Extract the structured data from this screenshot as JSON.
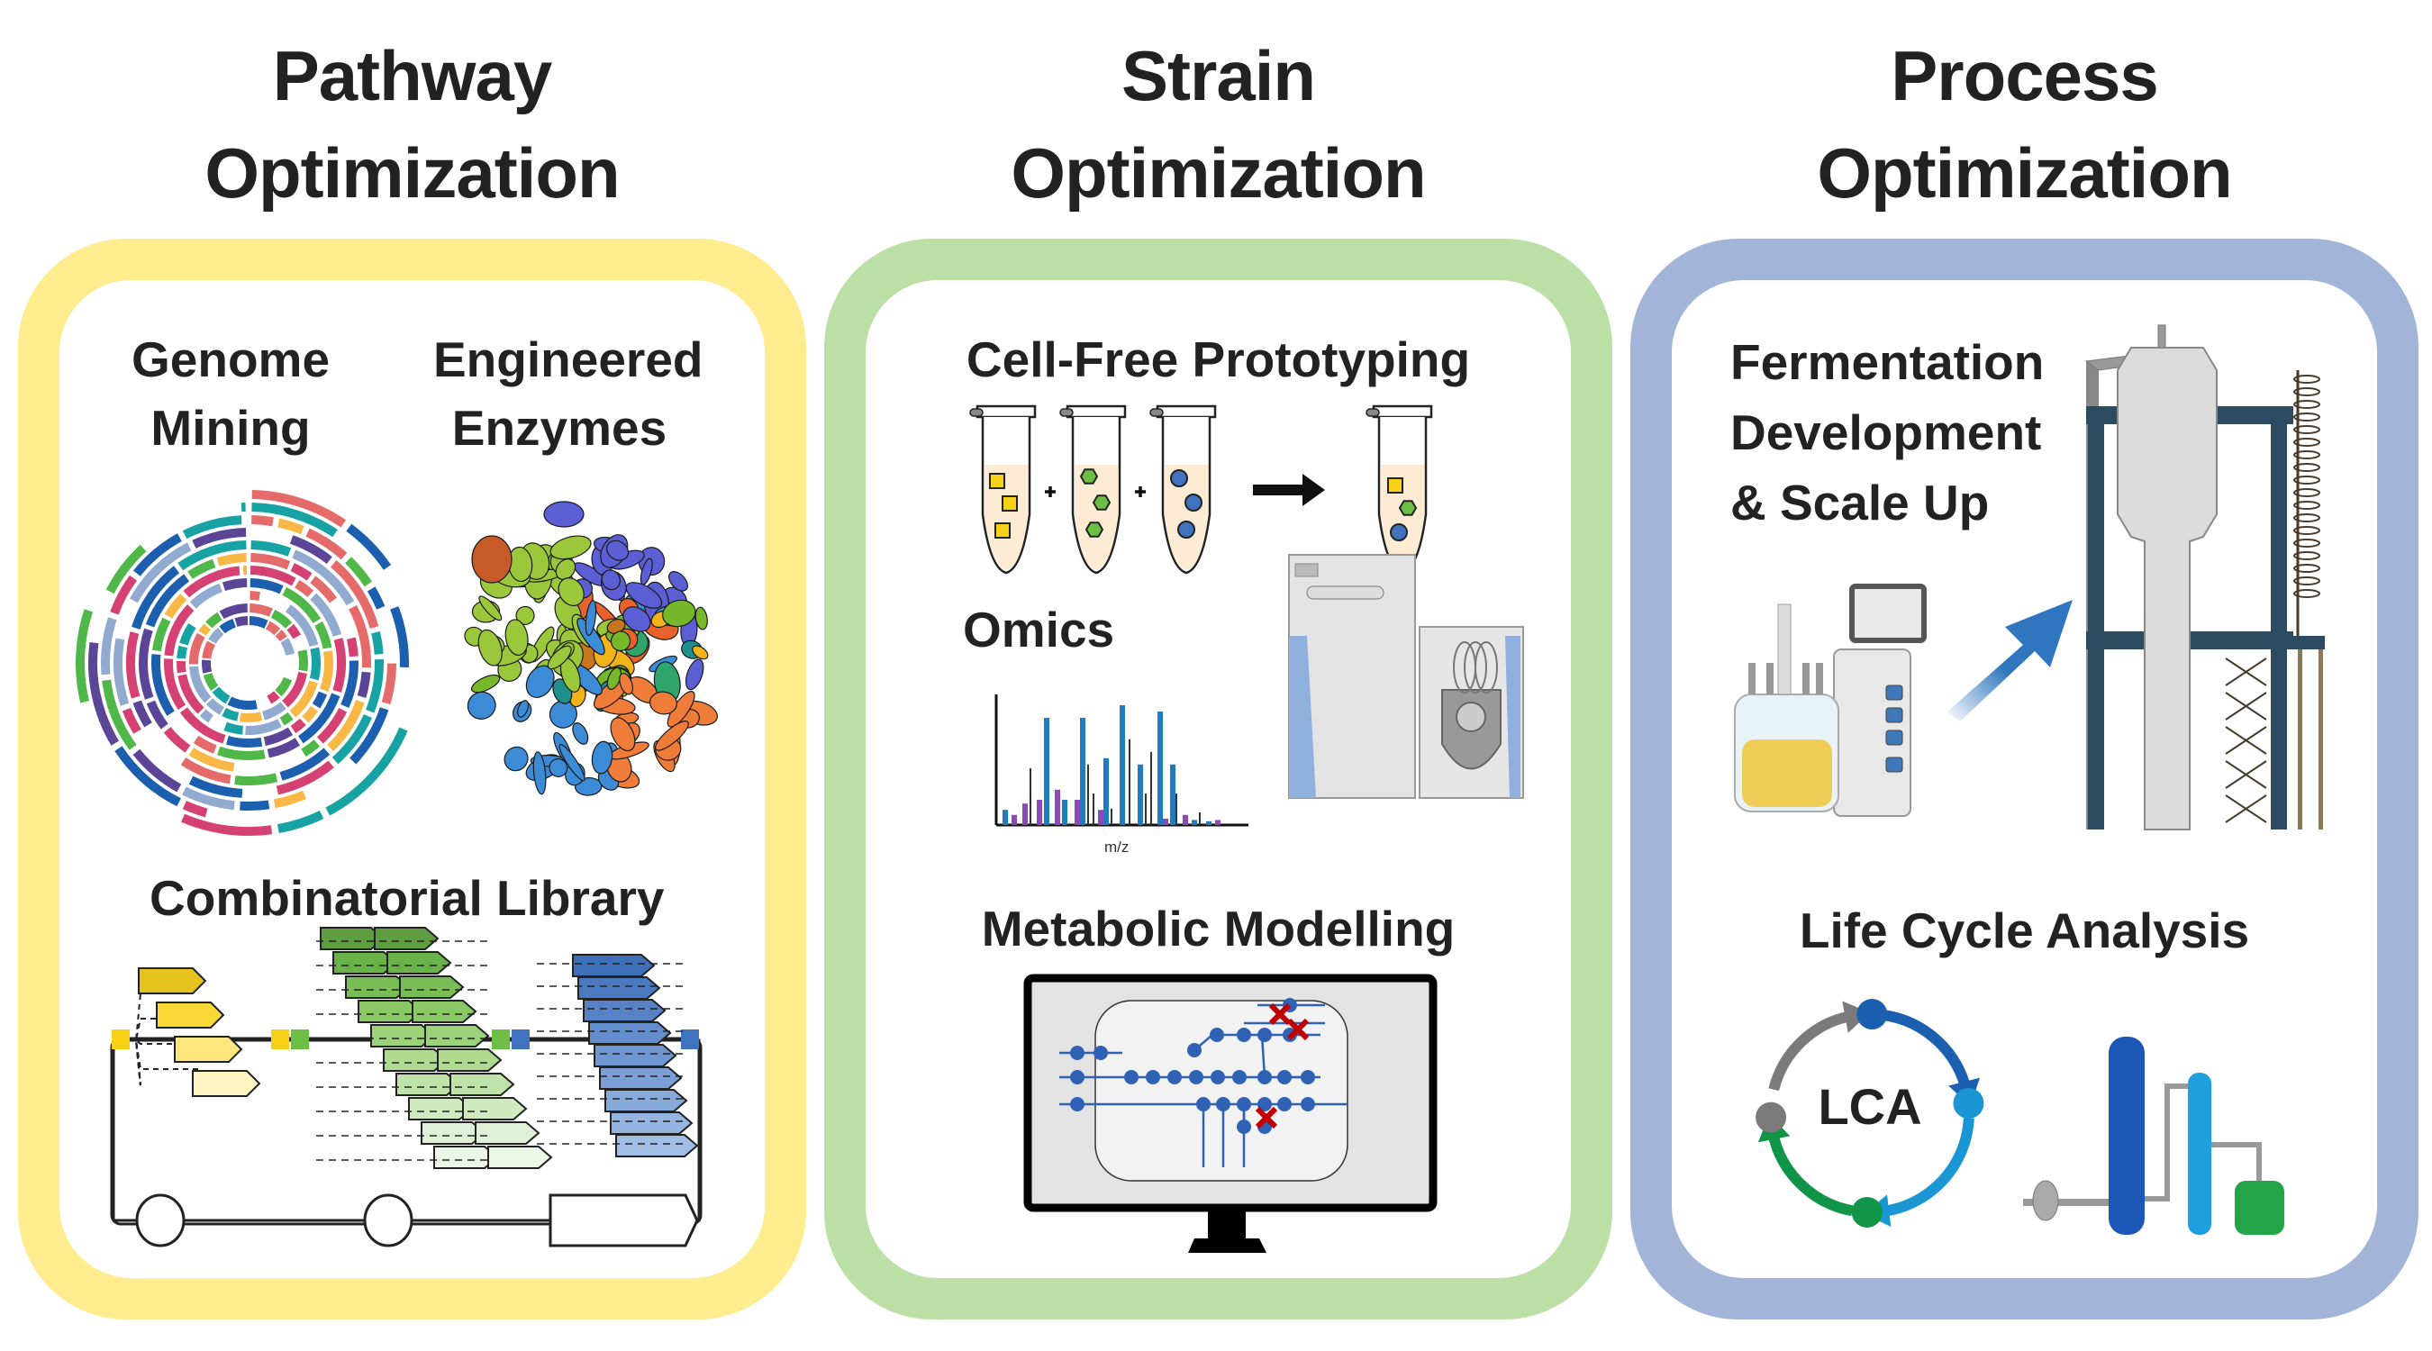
{
  "columns": [
    {
      "id": "pathway",
      "title_line1": "Pathway",
      "title_line2": "Optimization",
      "border_color": "#FEEC8E",
      "sections": {
        "genome_mining": {
          "line1": "Genome",
          "line2": "Mining"
        },
        "engineered_enzymes": {
          "line1": "Engineered",
          "line2": "Enzymes"
        },
        "combinatorial_library": {
          "label": "Combinatorial Library"
        }
      }
    },
    {
      "id": "strain",
      "title_line1": "Strain",
      "title_line2": "Optimization",
      "border_color": "#BCDFA5",
      "sections": {
        "cell_free": {
          "label": "Cell-Free Prototyping",
          "plus": "+"
        },
        "omics": {
          "label": "Omics",
          "axis_label": "m/z"
        },
        "metabolic_modelling": {
          "label": "Metabolic Modelling"
        }
      }
    },
    {
      "id": "process",
      "title_line1": "Process",
      "title_line2": "Optimization",
      "border_color": "#A2B5D8",
      "sections": {
        "fermentation": {
          "line1": "Fermentation",
          "line2": "Development",
          "line3": "& Scale Up"
        },
        "lca": {
          "label": "Life Cycle Analysis",
          "center_text": "LCA"
        }
      }
    }
  ],
  "palette": {
    "yellow": "#F7D117",
    "green": "#6DBE45",
    "blue": "#3F73BF",
    "tube_fill": "#FDEBD3",
    "network_blue": "#2F62B5",
    "knockout_red": "#C00000",
    "lca_gray": "#7A7A7A",
    "lca_blue": "#1B5FB0",
    "lca_cyan": "#1A96D4",
    "lca_green": "#109447",
    "steel_blue": "#2C4A60"
  }
}
